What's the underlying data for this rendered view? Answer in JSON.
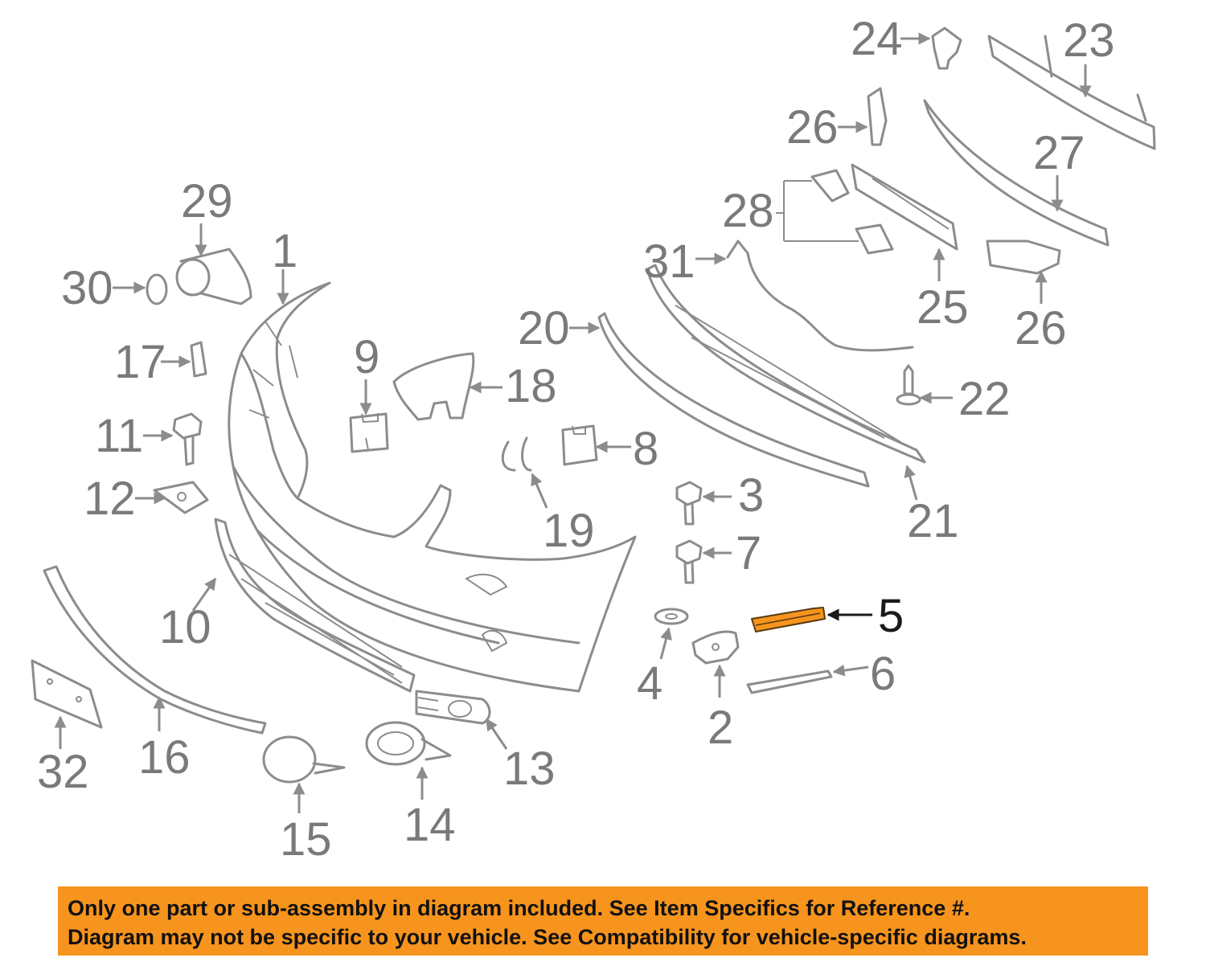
{
  "highlight_color": "#f7941d",
  "highlighted_part": "5",
  "callouts": {
    "c1": "1",
    "c2": "2",
    "c3": "3",
    "c4": "4",
    "c5": "5",
    "c6": "6",
    "c7": "7",
    "c8": "8",
    "c9": "9",
    "c10": "10",
    "c11": "11",
    "c12": "12",
    "c13": "13",
    "c14": "14",
    "c15": "15",
    "c16": "16",
    "c17": "17",
    "c18": "18",
    "c19": "19",
    "c20": "20",
    "c21": "21",
    "c22": "22",
    "c23": "23",
    "c24": "24",
    "c25": "25",
    "c26a": "26",
    "c26b": "26",
    "c27": "27",
    "c28": "28",
    "c29": "29",
    "c30": "30",
    "c31": "31",
    "c32": "32"
  },
  "notice": {
    "line1": "Only one part or sub-assembly in diagram included. See Item Specifics for Reference #.",
    "line2": "Diagram may not be specific to your vehicle. See Compatibility for vehicle-specific diagrams."
  }
}
